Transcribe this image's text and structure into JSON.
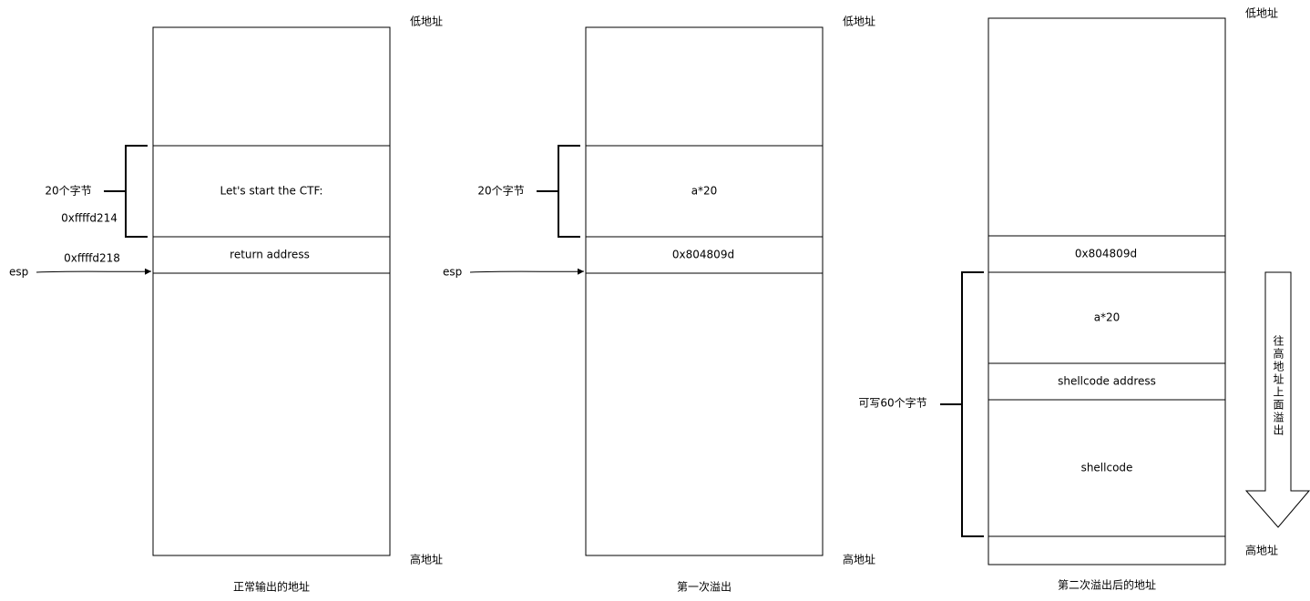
{
  "colors": {
    "stroke": "#000000",
    "background": "#ffffff"
  },
  "diagram1": {
    "caption": "正常输出的地址",
    "low_address": "低地址",
    "high_address": "高地址",
    "cell_buffer": "Let's start the CTF:",
    "cell_return": "return  address",
    "brace_label": "20个字节",
    "addr_buffer": "0xffffd214",
    "addr_return": "0xffffd218",
    "pointer_label": "esp"
  },
  "diagram2": {
    "caption": "第一次溢出",
    "low_address": "低地址",
    "high_address": "高地址",
    "cell_buffer": "a*20",
    "cell_return": "0x804809d",
    "brace_label": "20个字节",
    "pointer_label": "esp"
  },
  "diagram3": {
    "caption": "第二次溢出后的地址",
    "low_address": "低地址",
    "high_address": "高地址",
    "cell_return": "0x804809d",
    "cell_padding": "a*20",
    "cell_shellcode_addr": "shellcode address",
    "cell_shellcode": "shellcode",
    "brace_label": "可写60个字节",
    "direction_label": "往高地址上面溢出"
  }
}
